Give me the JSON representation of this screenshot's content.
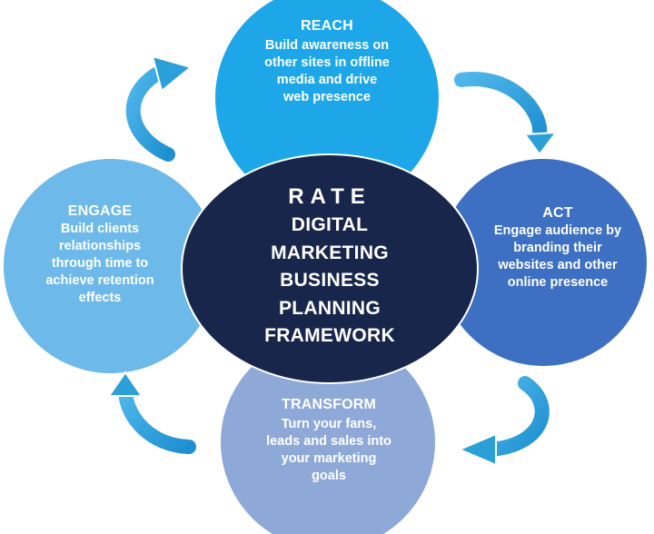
{
  "center": {
    "title": "RATE",
    "lines": [
      "DIGITAL",
      "MARKETING",
      "BUSINESS",
      "PLANNING",
      "FRAMEWORK"
    ]
  },
  "nodes": {
    "reach": {
      "title": "REACH",
      "description": "Build awareness on\nother sites in offline\nmedia and drive\nweb presence"
    },
    "act": {
      "title": "ACT",
      "description": "Engage audience by\nbranding their\nwebsites and other\nonline presence"
    },
    "transform": {
      "title": "TRANSFORM",
      "description": "Turn your fans,\nleads and sales into\nyour marketing\ngoals"
    },
    "engage": {
      "title": "ENGAGE",
      "description": "Build clients\nrelationships\nthrough time to\nachieve retention\neffects"
    }
  },
  "colors": {
    "reach": "#1ea7e8",
    "act": "#3d6fc2",
    "transform": "#8ea9d8",
    "engage": "#6db9ea",
    "center": "#17264a",
    "arrow": "#2a9fd8"
  }
}
